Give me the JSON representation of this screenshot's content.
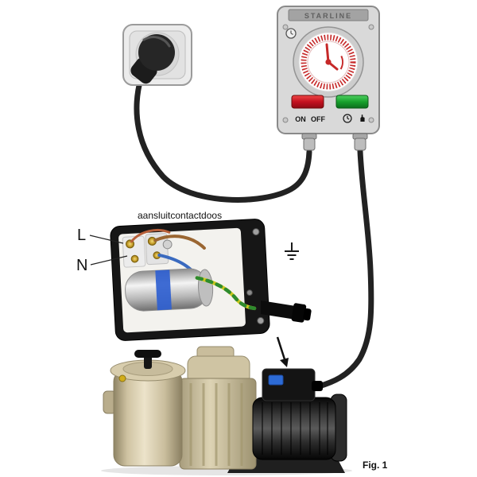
{
  "figure": {
    "caption": "Fig. 1"
  },
  "timer": {
    "brand": "STARLINE",
    "on_label": "ON",
    "off_label": "OFF"
  },
  "junction_box": {
    "label": "aansluitcontactdoos",
    "live_label": "L",
    "neutral_label": "N"
  },
  "icons": {
    "plug": "power-plug-icon",
    "dial_clock": "clock-icon",
    "mode_clock": "timer-mode-clock-icon",
    "mode_hand": "manual-mode-hand-icon",
    "earth": "earth-ground-icon"
  },
  "colors": {
    "cable_black": "#222222",
    "timer_body": "#d9d9d9",
    "dial_red": "#c62828",
    "button_red": "#c41220",
    "button_green": "#17a12c",
    "socket_grey": "#ececec",
    "junction_box_black": "#161616",
    "wire_brown": "#9a6632",
    "wire_blue": "#3a6abf",
    "earth_yellow": "#cbc81f",
    "earth_green": "#2e8b2e",
    "capacitor_band": "#2f5fd0",
    "pump_beige": "#cfc4a3",
    "motor_black": "#141414"
  }
}
